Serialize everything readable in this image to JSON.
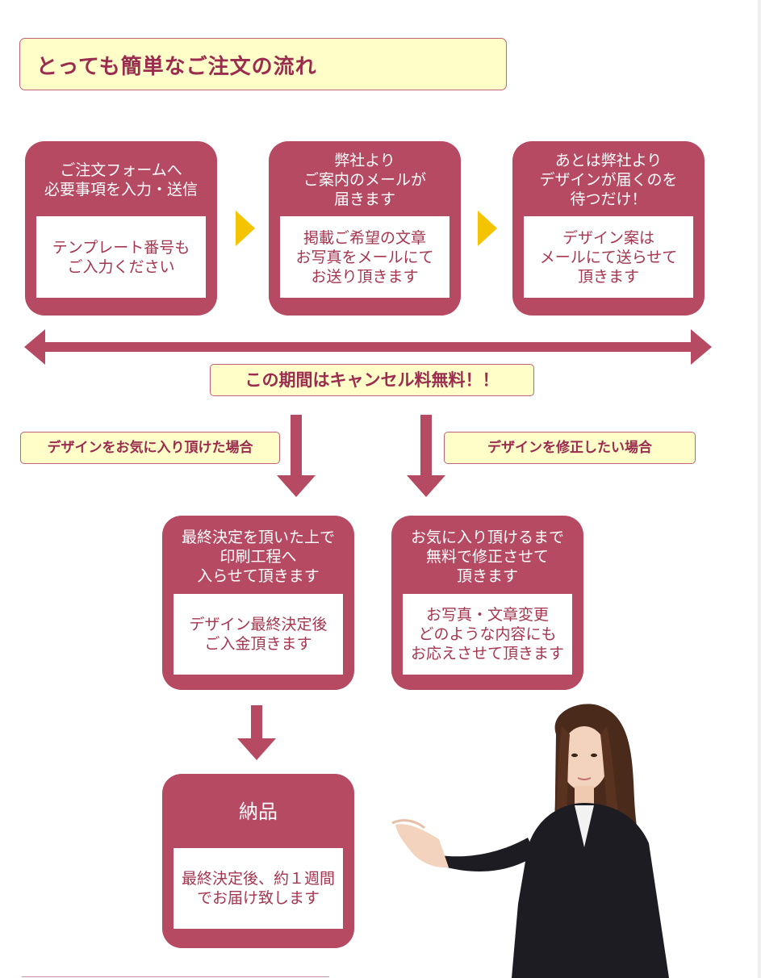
{
  "title": "とっても簡単なご注文の流れ",
  "steps": [
    {
      "head": "ご注文フォームへ\n必要事項を入力・送信",
      "body": "テンプレート番号も\nご入力ください"
    },
    {
      "head": "弊社より\nご案内のメールが\n届きます",
      "body": "掲載ご希望の文章\nお写真をメールにて\nお送り頂きます"
    },
    {
      "head": "あとは弊社より\nデザインが届くのを\n待つだけ！",
      "body": "デザイン案は\nメールにて送らせて\n頂きます"
    }
  ],
  "cancel_label": "この期間はキャンセル料無料！！",
  "branches": {
    "approve_label": "デザインをお気に入り頂けた場合",
    "revise_label": "デザインを修正したい場合"
  },
  "branch_steps": [
    {
      "head": "最終決定を頂いた上で\n印刷工程へ\n入らせて頂きます",
      "body": "デザイン最終決定後\nご入金頂きます"
    },
    {
      "head": "お気に入り頂けるまで\n無料で修正させて\n頂きます",
      "body": "お写真・文章変更\nどのような内容にも\nお応えさせて頂きます"
    }
  ],
  "delivery": {
    "head": "納品",
    "body": "最終決定後、約１週間\nでお届け致します"
  },
  "colors": {
    "accent": "#b54a62",
    "note_bg": "#fffdc8",
    "note_text": "#9a2c4f",
    "arrow": "#f5c400"
  }
}
